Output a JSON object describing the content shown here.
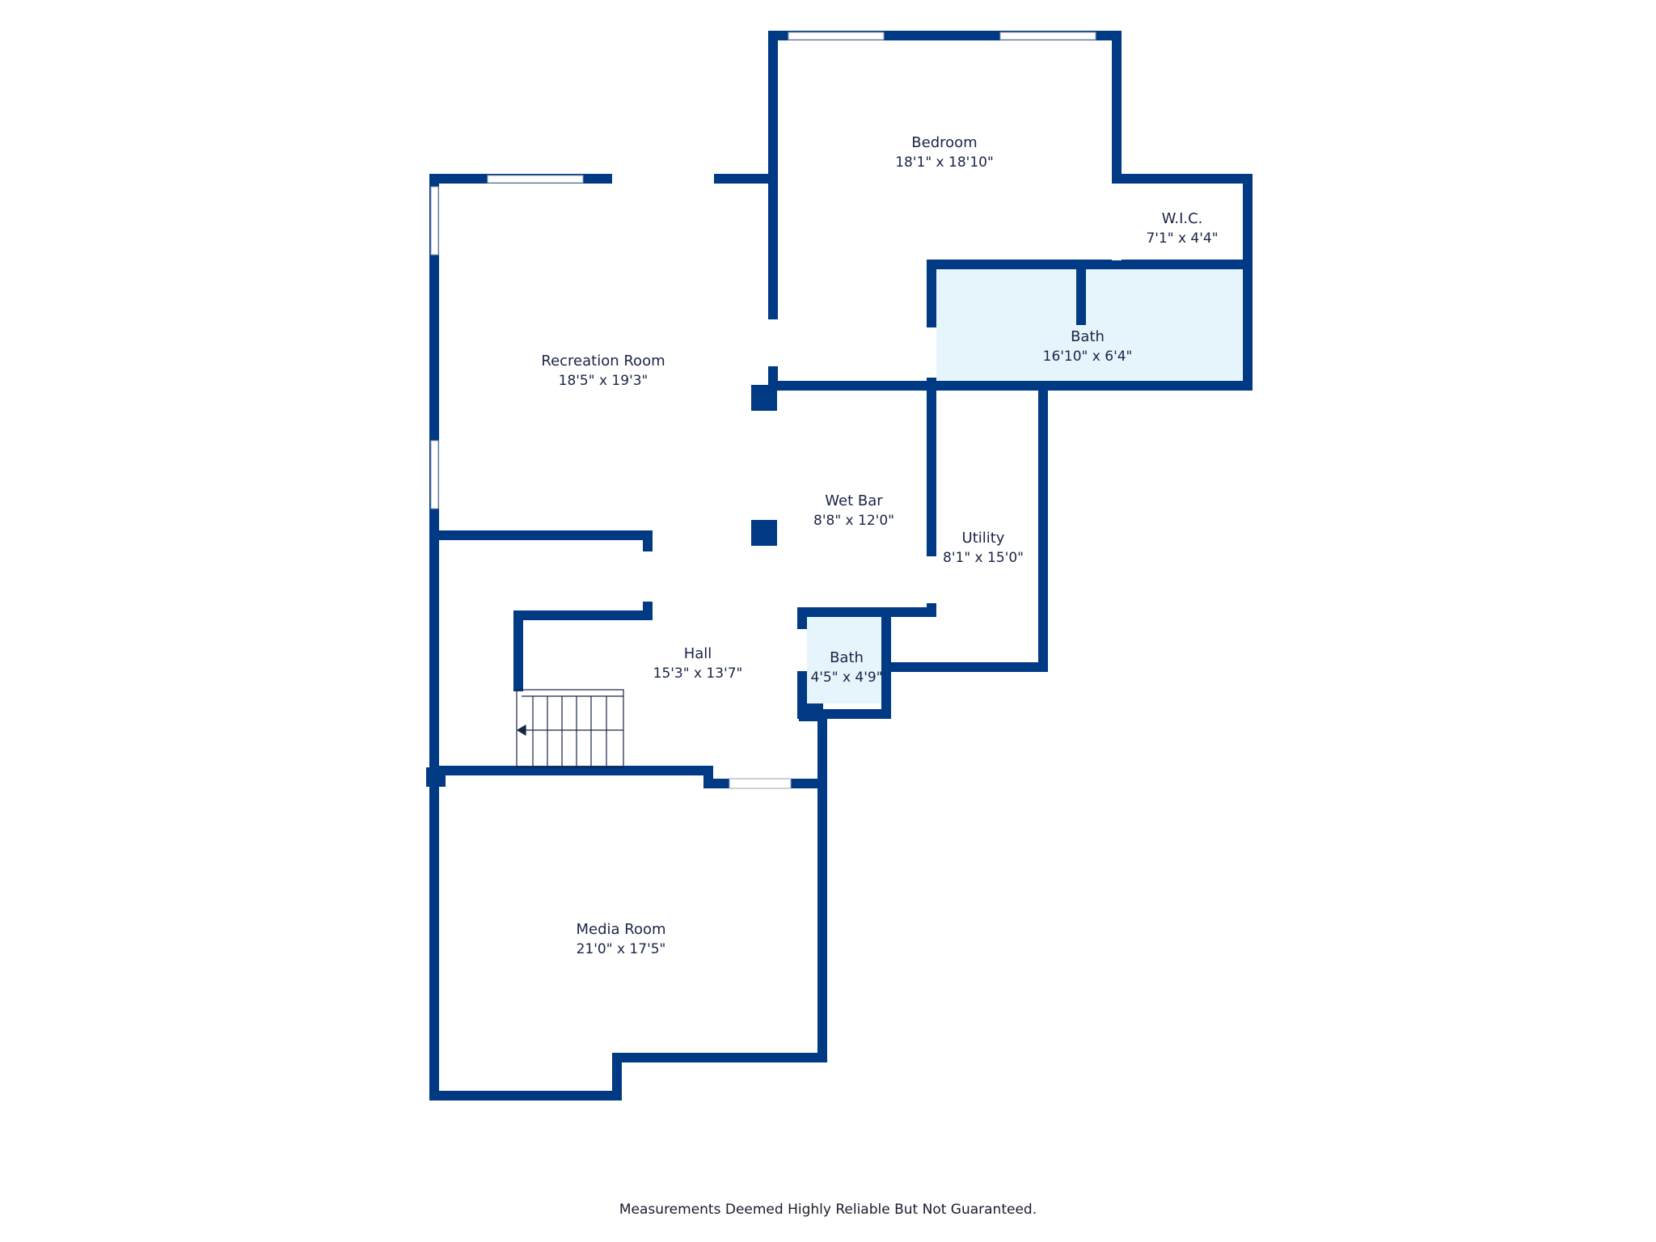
{
  "colors": {
    "wall": "#003a85",
    "bath_fill": "#e6f4fc",
    "window": "#ffffff",
    "text": "#1a2447",
    "background": "#ffffff"
  },
  "rooms": [
    {
      "name": "Bedroom",
      "dimensions": "18'1\" x 18'10\""
    },
    {
      "name": "W.I.C.",
      "dimensions": "7'1\" x 4'4\""
    },
    {
      "name": "Bath",
      "dimensions": "16'10\" x 6'4\""
    },
    {
      "name": "Recreation Room",
      "dimensions": "18'5\" x 19'3\""
    },
    {
      "name": "Wet Bar",
      "dimensions": "8'8\" x 12'0\""
    },
    {
      "name": "Utility",
      "dimensions": "8'1\" x 15'0\""
    },
    {
      "name": "Hall",
      "dimensions": "15'3\" x 13'7\""
    },
    {
      "name": "Bath",
      "dimensions": "4'5\" x 4'9\""
    },
    {
      "name": "Media Room",
      "dimensions": "21'0\" x 17'5\""
    }
  ],
  "footer": {
    "note": "Measurements Deemed Highly Reliable But Not Guaranteed."
  }
}
